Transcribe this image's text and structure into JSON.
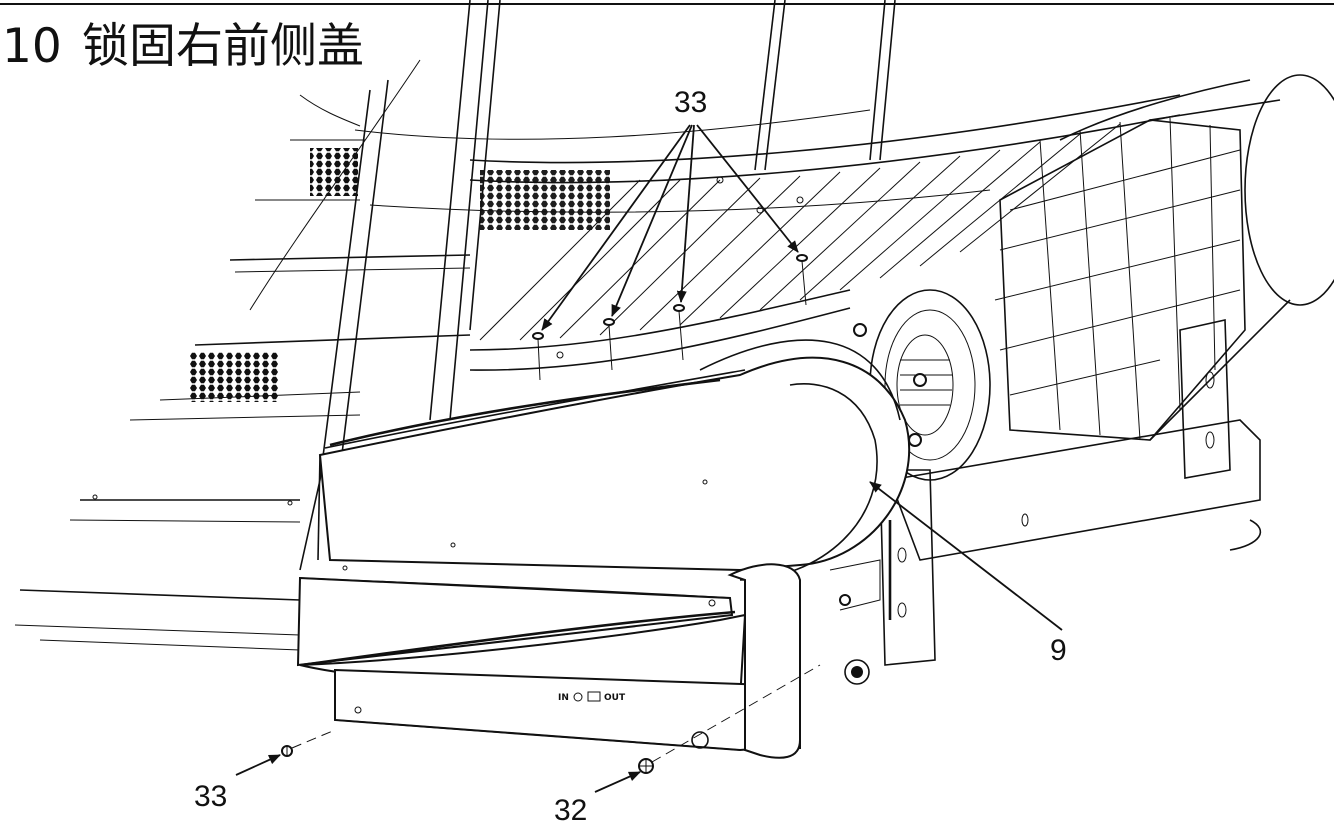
{
  "title": {
    "step_number": "10",
    "step_text": "锁固右前侧盖"
  },
  "callouts": {
    "screws_top": "33",
    "screw_bottom_left": "33",
    "screw_bottom_right": "32",
    "cover": "9"
  },
  "panel_labels": {
    "in": "IN",
    "out": "OUT"
  },
  "colors": {
    "line": "#111111",
    "background": "#ffffff"
  }
}
